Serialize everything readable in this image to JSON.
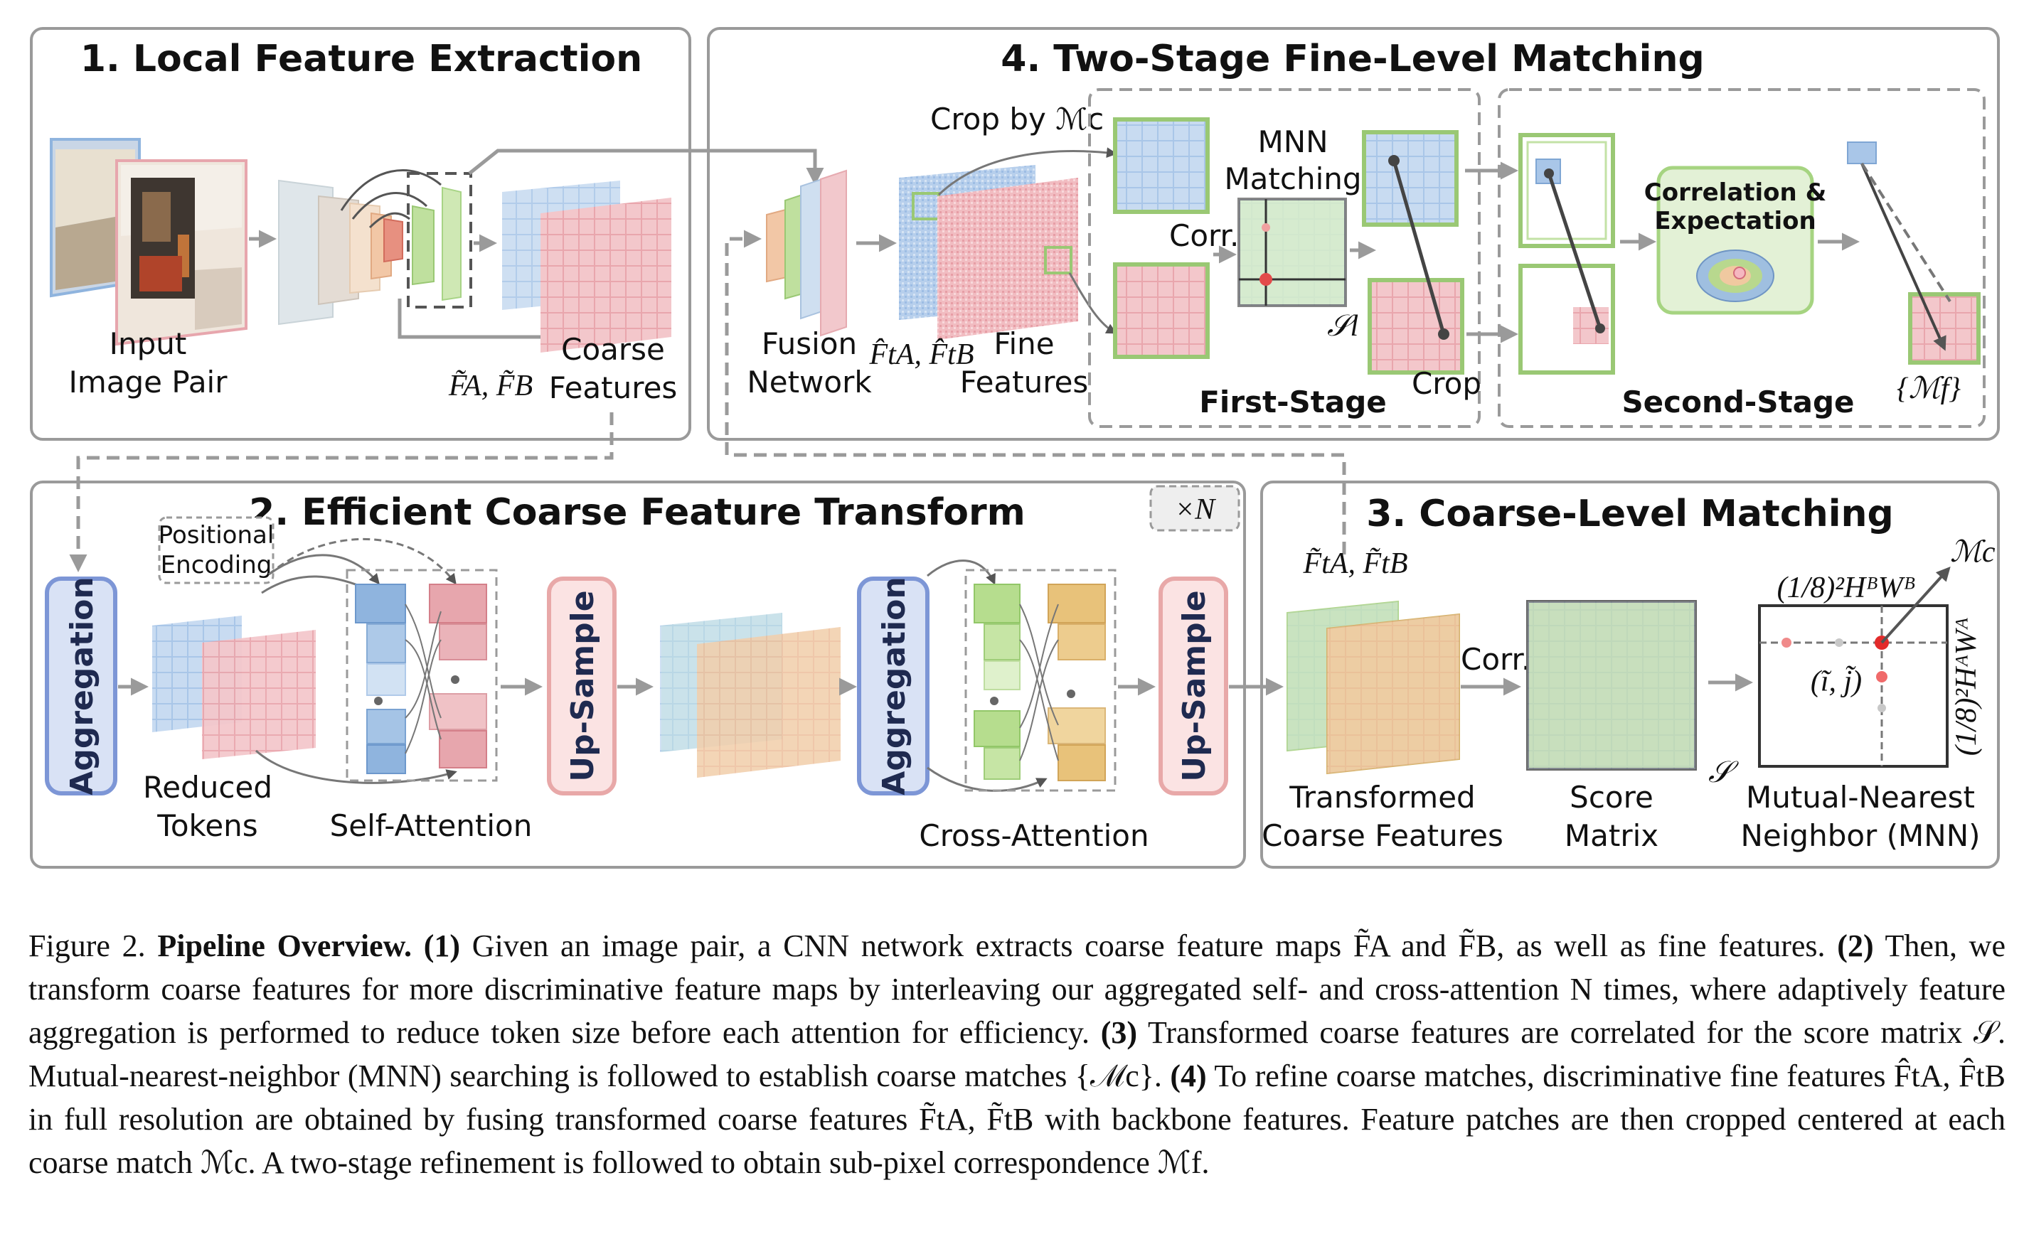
{
  "panels": {
    "p1": {
      "title": "1. Local Feature Extraction"
    },
    "p2": {
      "title": "2. Efficient Coarse Feature Transform",
      "repeat": "×N"
    },
    "p3": {
      "title": "3. Coarse-Level Matching"
    },
    "p4": {
      "title": "4. Two-Stage Fine-Level Matching"
    }
  },
  "labels": {
    "input_1": "Input",
    "input_2": "Image Pair",
    "coarse_1": "Coarse",
    "coarse_fa": "F̃A, F̃B",
    "coarse_2": "Features",
    "fusion_1": "Fusion",
    "fusion_2": "Network",
    "fine_fa": "F̂tA, F̂tB",
    "fine_1": "Fine",
    "fine_2": "Features",
    "crop_by": "Crop by ℳc",
    "mnn_1": "MNN",
    "mnn_2": "Matching",
    "corr": "Corr.",
    "sl": "𝒮l",
    "crop": "Crop",
    "first_stage": "First-Stage",
    "second_stage": "Second-Stage",
    "corr_exp_1": "Correlation &",
    "corr_exp_2": "Expectation",
    "mf": "{ℳf}",
    "aggregation": "Aggregation",
    "pos_1": "Positional",
    "pos_2": "Encoding",
    "reduced_1": "Reduced",
    "reduced_2": "Tokens",
    "self_attn": "Self-Attention",
    "upsample": "Up-Sample",
    "cross_attn": "Cross-Attention",
    "trans_fa": "F̃tA, F̃tB",
    "corr3": "Corr.",
    "score_s": "𝒮",
    "trans_1": "Transformed",
    "trans_2": "Coarse Features",
    "score_1": "Score",
    "score_2": "Matrix",
    "mnn_lbl_1": "Mutual-Nearest",
    "mnn_lbl_2": "Neighbor (MNN)",
    "mc": "ℳc",
    "dim_top": "(1/8)²HᴮWᴮ",
    "dim_side": "(1/8)²HᴬWᴬ",
    "ij": "(ĩ, j̃)"
  },
  "caption": {
    "fig": "Figure 2.",
    "title": "Pipeline Overview.",
    "s1_num": "(1)",
    "s1": " Given an image pair, a CNN network extracts coarse feature maps F̃A and F̃B, as well as fine features. ",
    "s2_num": "(2)",
    "s2": " Then, we transform coarse features for more discriminative feature maps by interleaving our aggregated self- and cross-attention N times, where adaptively feature aggregation is performed to reduce token size before each attention for efficiency. ",
    "s3_num": "(3)",
    "s3": " Transformed coarse features are correlated for the score matrix 𝒮. Mutual-nearest-neighbor (MNN) searching is followed to establish coarse matches {ℳc}. ",
    "s4_num": "(4)",
    "s4": " To refine coarse matches, discriminative fine features F̂tA, F̂tB in full resolution are obtained by fusing transformed coarse features F̃tA, F̃tB with backbone features. Feature patches are then cropped centered at each coarse match ℳc. A two-stage refinement is followed to obtain sub-pixel correspondence ℳf."
  },
  "colors": {
    "blue": "#8fb4de",
    "pink": "#e7a6ad",
    "green": "#b6dd8e",
    "orange": "#e8c27a",
    "agg_fill": "#d9e2f5",
    "agg_stroke": "#7d96d6",
    "up_fill": "#fbe3e3",
    "up_stroke": "#e8a8a8",
    "arrow": "#9a9a9a"
  }
}
